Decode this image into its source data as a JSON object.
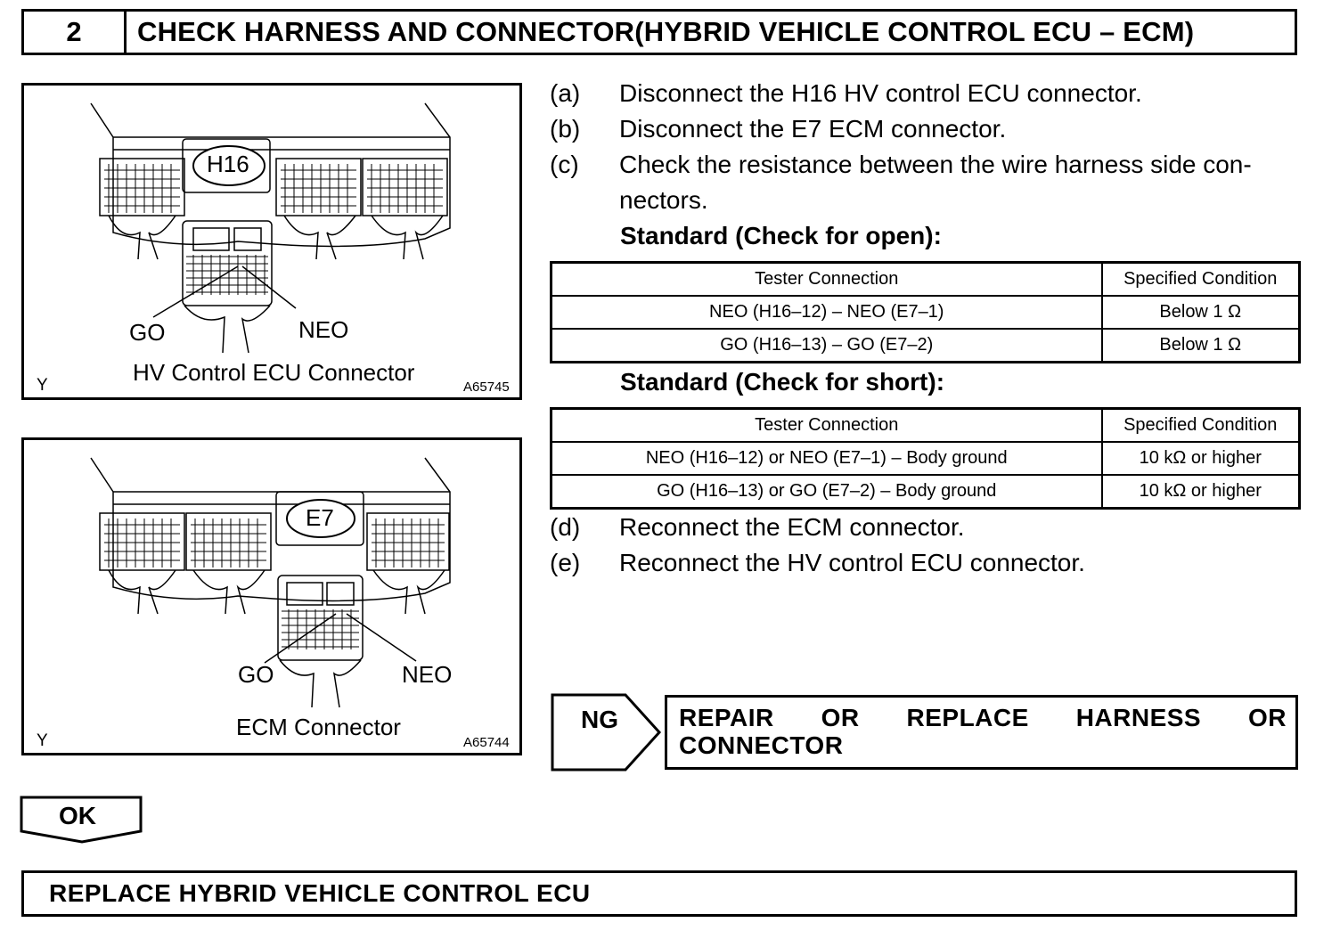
{
  "header": {
    "step_number": "2",
    "title": "CHECK HARNESS AND CONNECTOR(HYBRID VEHICLE CONTROL ECU – ECM)"
  },
  "figure1": {
    "connector_id": "H16",
    "label_go": "GO",
    "label_neo": "NEO",
    "caption": "HV Control ECU Connector",
    "corner_mark": "Y",
    "figure_code": "A65745"
  },
  "figure2": {
    "connector_id": "E7",
    "label_go": "GO",
    "label_neo": "NEO",
    "caption": "ECM Connector",
    "corner_mark": "Y",
    "figure_code": "A65744"
  },
  "steps": [
    {
      "label": "(a)",
      "text": "Disconnect the H16 HV control ECU connector."
    },
    {
      "label": "(b)",
      "text": "Disconnect the E7 ECM connector."
    },
    {
      "label": "(c)",
      "text": "Check the resistance between the wire harness side con-",
      "text2": "nectors."
    },
    {
      "label": "(d)",
      "text": "Reconnect the ECM connector."
    },
    {
      "label": "(e)",
      "text": "Reconnect the HV control ECU connector."
    }
  ],
  "standard_open": {
    "heading": "Standard (Check for open):",
    "headers": [
      "Tester Connection",
      "Specified Condition"
    ],
    "rows": [
      [
        "NEO (H16–12) – NEO (E7–1)",
        "Below 1 Ω"
      ],
      [
        "GO (H16–13) – GO (E7–2)",
        "Below 1 Ω"
      ]
    ]
  },
  "standard_short": {
    "heading": "Standard (Check for short):",
    "headers": [
      "Tester Connection",
      "Specified Condition"
    ],
    "rows": [
      [
        "NEO (H16–12) or NEO (E7–1) – Body ground",
        "10 kΩ or higher"
      ],
      [
        "GO (H16–13) or GO (E7–2) – Body ground",
        "10 kΩ or higher"
      ]
    ]
  },
  "ng": {
    "label": "NG",
    "action_line1": [
      "REPAIR",
      "OR",
      "REPLACE",
      "HARNESS",
      "OR"
    ],
    "action_line2": "CONNECTOR"
  },
  "ok": {
    "label": "OK"
  },
  "footer": {
    "text": "REPLACE HYBRID VEHICLE CONTROL ECU"
  }
}
